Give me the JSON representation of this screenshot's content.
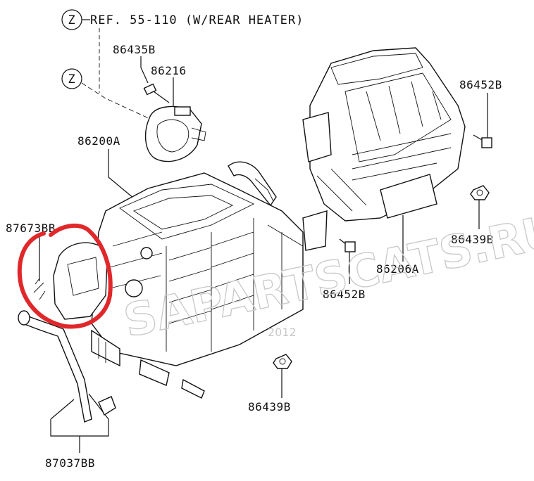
{
  "reference": {
    "circle_letter": "Z",
    "text": "REF. 55-110 (W/REAR HEATER)",
    "circle_letter_2": "Z"
  },
  "labels": {
    "p86435b": "86435B",
    "p86216": "86216",
    "p86200a": "86200A",
    "p86452b_top": "86452B",
    "p87673bb": "87673BB",
    "p86439b_right": "86439B",
    "p86206a": "86206A",
    "p86452b_mid": "86452B",
    "p86439b_bottom": "86439B",
    "p87037bb": "87037BB"
  },
  "watermark": {
    "text": "SAPARTSCATS.RU",
    "year": "2012"
  },
  "highlight": {
    "shape": "hand-drawn-circle",
    "color": "#e0282b"
  }
}
